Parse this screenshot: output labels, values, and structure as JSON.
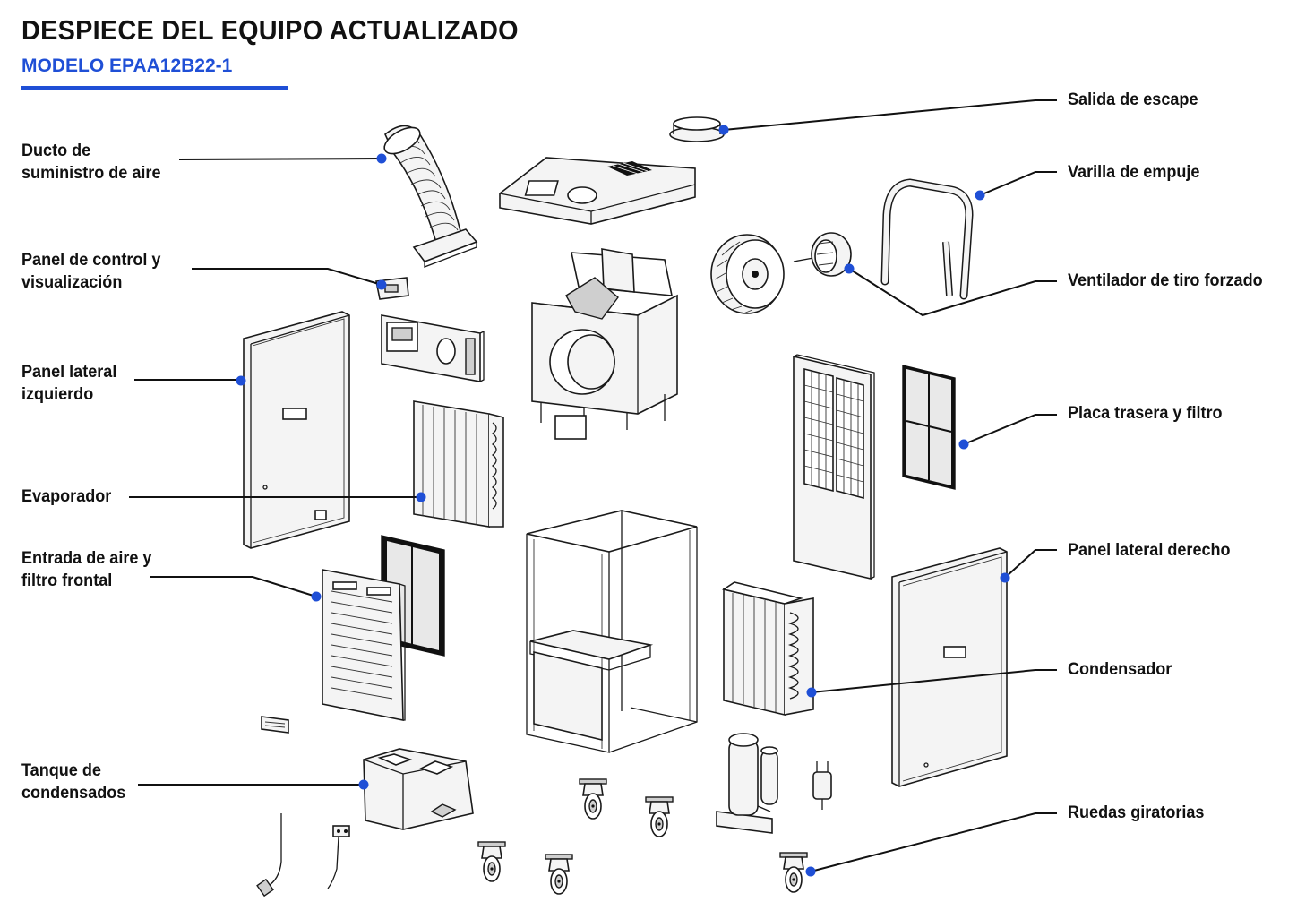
{
  "title": "DESPIECE DEL EQUIPO ACTUALIZADO",
  "subtitle": "MODELO EPAA12B22-1",
  "accent_color": "#1f4fd6",
  "labels": {
    "ducto": [
      "Ducto de",
      "suministro de aire"
    ],
    "panel_control": [
      "Panel de control y",
      "visualización"
    ],
    "panel_izq": [
      "Panel lateral",
      "izquierdo"
    ],
    "evaporador": [
      "Evaporador"
    ],
    "entrada": [
      "Entrada de aire y",
      "filtro frontal"
    ],
    "tanque": [
      "Tanque de",
      "condensados"
    ],
    "salida": [
      "Salida de escape"
    ],
    "varilla": [
      "Varilla de empuje"
    ],
    "ventilador": [
      "Ventilador de tiro forzado"
    ],
    "placa": [
      "Placa trasera y filtro"
    ],
    "panel_der": [
      "Panel lateral derecho"
    ],
    "condensador": [
      "Condensador"
    ],
    "ruedas": [
      "Ruedas giratorias"
    ]
  }
}
